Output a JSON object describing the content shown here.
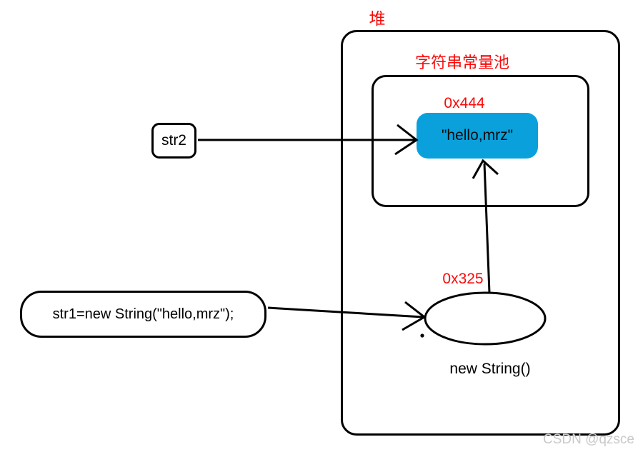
{
  "diagram": {
    "heap": {
      "label": "堆"
    },
    "pool": {
      "label": "字符串常量池"
    },
    "string_object": {
      "address": "0x444",
      "value": "\"hello,mrz\""
    },
    "new_object": {
      "address": "0x325",
      "label": "new String()"
    },
    "references": {
      "str2_label": "str2",
      "str1_label": "str1=new String(\"hello,mrz\");"
    },
    "colors": {
      "label_red": "#f90a0a",
      "string_box_fill": "#0aa0dc",
      "line_stroke": "#000000",
      "watermark_gray": "#c9c9c9"
    }
  },
  "watermark": {
    "text": "CSDN @qzsce"
  }
}
